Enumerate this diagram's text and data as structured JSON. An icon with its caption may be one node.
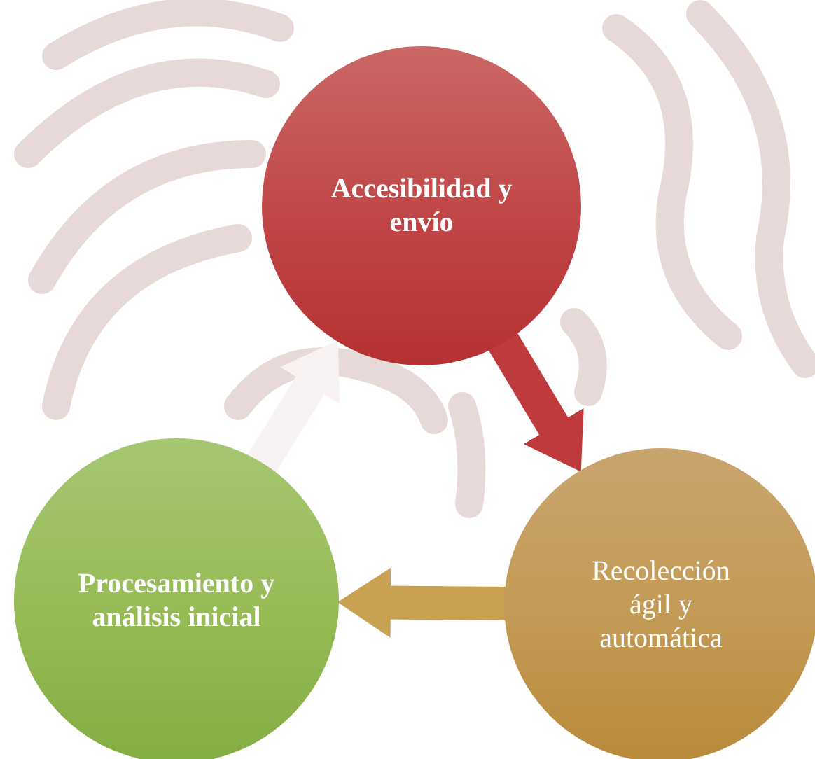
{
  "diagram": {
    "nodes": [
      {
        "text": [
          "Accesibilidad y envío"
        ]
      },
      {
        "text": [
          "Recolección ágil y automática"
        ]
      },
      {
        "text": [
          "Procesamiento y análisis inicial"
        ]
      }
    ],
    "edges": [
      {
        "from": 0,
        "to": 1,
        "arrow": "to",
        "color": "#bf3a3c"
      },
      {
        "from": 1,
        "to": 2,
        "arrow": "to",
        "color": "#c9a152"
      },
      {
        "from": 2,
        "to": 0,
        "arrow": "to",
        "color": "#f8f2f2"
      }
    ]
  }
}
